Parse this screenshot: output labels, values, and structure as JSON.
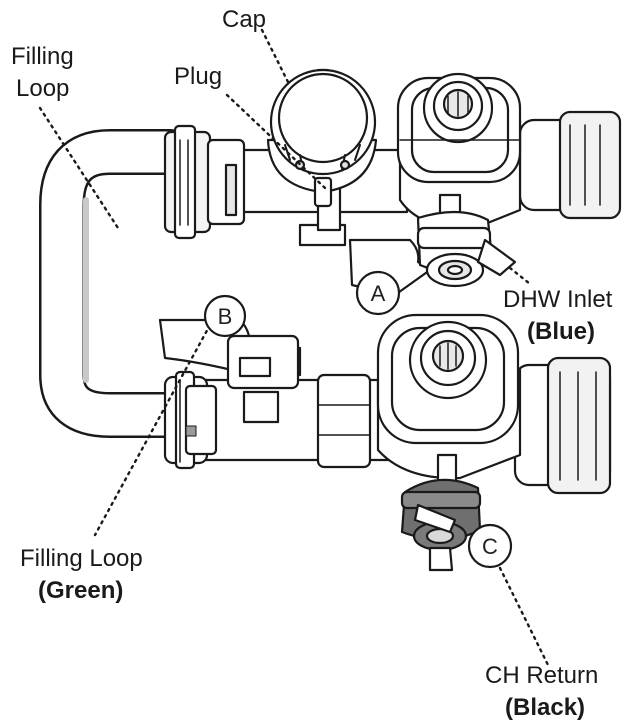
{
  "labels": {
    "cap": "Cap",
    "plug": "Plug",
    "filling_loop_top_line1": "Filling",
    "filling_loop_top_line2": "Loop",
    "dhw_inlet": "DHW Inlet",
    "dhw_inlet_color": "(Blue)",
    "filling_loop_bottom": "Filling Loop",
    "filling_loop_bottom_color": "(Green)",
    "ch_return": "CH Return",
    "ch_return_color": "(Black)"
  },
  "markers": {
    "a": "A",
    "b": "B",
    "c": "C"
  },
  "colors": {
    "line": "#1a1a1a",
    "fill": "#ffffff",
    "shade": "#e6e6e6",
    "dark_shade": "#9a9a9a",
    "black_valve": "#6f6f6f"
  }
}
